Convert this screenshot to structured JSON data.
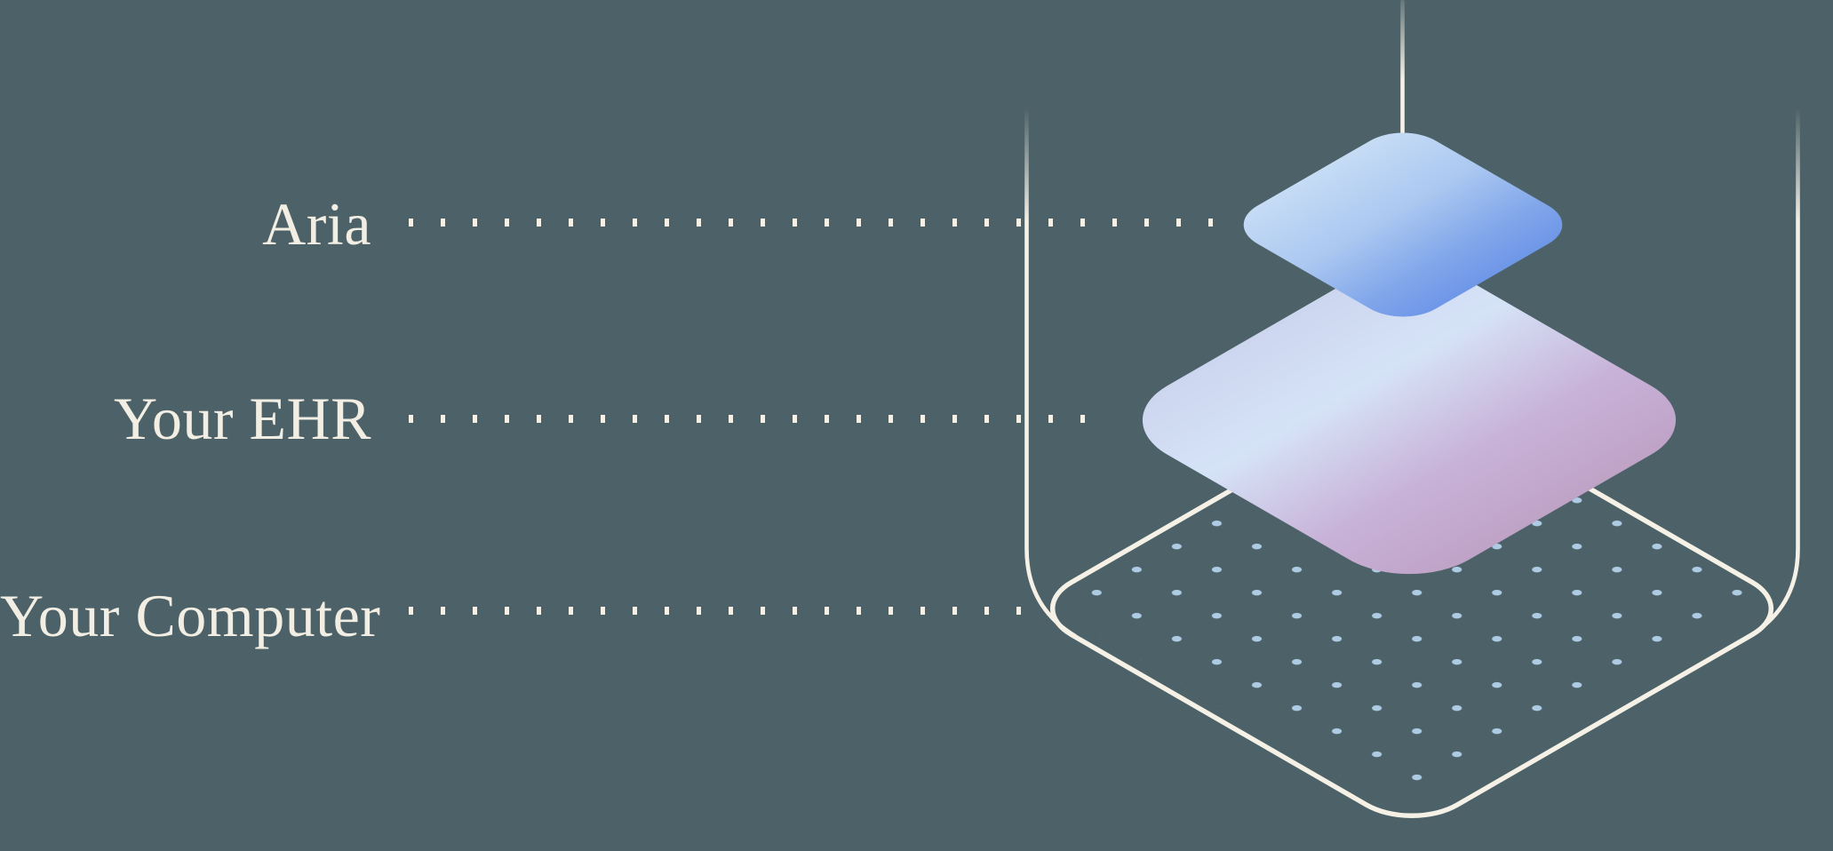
{
  "diagram": {
    "type": "isometric-layer-stack",
    "rows": [
      {
        "id": "aria",
        "label": "Aria"
      },
      {
        "id": "ehr",
        "label": "Your EHR"
      },
      {
        "id": "computer",
        "label": "Your Computer"
      }
    ],
    "colors": {
      "background": "#4d6268",
      "line_cream": "#f5f1e6",
      "label_text": "#f2eee3",
      "aria_layer_gradient_start": "#c5dbf5",
      "aria_layer_gradient_end": "#6f97e8",
      "ehr_layer_gradient_start": "#cdd6ef",
      "ehr_layer_gradient_blue": "#d5e3f7",
      "ehr_layer_gradient_mauve": "#c8b2d8",
      "ehr_layer_gradient_end": "#bfa3c7",
      "base_grid_dot": "#aecbe4"
    }
  }
}
